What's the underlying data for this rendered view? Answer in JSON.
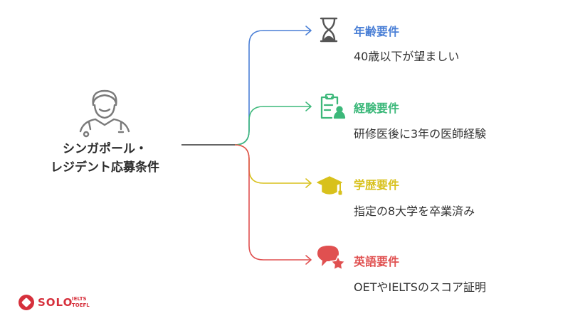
{
  "title_lines": [
    "シンガポール・",
    "レジデント応募条件"
  ],
  "branches": [
    {
      "heading": "年齢要件",
      "text": "40歳以下が望ましい",
      "color": "#4a7fd6",
      "icon": "hourglass-icon"
    },
    {
      "heading": "経験要件",
      "text": "研修医後に3年の医師経験",
      "color": "#3cb87a",
      "icon": "clipboard-user-icon"
    },
    {
      "heading": "学歴要件",
      "text": "指定の8大学を卒業済み",
      "color": "#d8c11c",
      "icon": "graduation-cap-icon"
    },
    {
      "heading": "英語要件",
      "text": "OETやIELTSのスコア証明",
      "color": "#e05050",
      "icon": "speech-star-icon"
    }
  ],
  "logo": {
    "name": "SOLO",
    "sub": [
      "IELTS",
      "TOEFL"
    ],
    "color": "#d6303c"
  }
}
